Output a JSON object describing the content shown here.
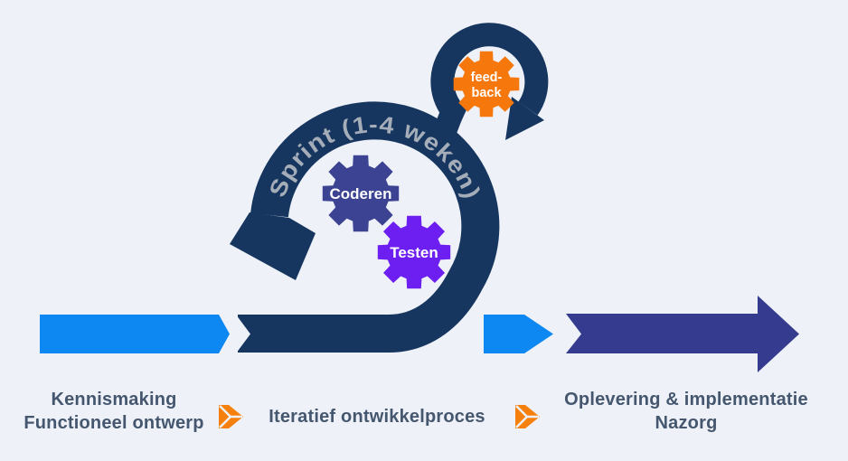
{
  "colors": {
    "background": "#eef1f8",
    "navy": "#16365f",
    "light_blue": "#0d87f1",
    "indigo": "#353c8f",
    "orange": "#f6800d",
    "coderen_gear": "#3b4392",
    "testen_gear": "#6d1ef0",
    "feedback_gear": "#f6780d",
    "arc_label": "#a5adb9",
    "step_text": "#45576f"
  },
  "sprint": {
    "label": "Sprint (1-4 weken)"
  },
  "gears": {
    "coderen": {
      "label": "Coderen"
    },
    "testen": {
      "label": "Testen"
    },
    "feedback": {
      "line1": "feed-",
      "line2": "back"
    }
  },
  "steps": [
    {
      "line1": "Kennismaking",
      "line2": "Functioneel ontwerp"
    },
    {
      "line1": "Iteratief ontwikkelproces",
      "line2": ""
    },
    {
      "line1": "Oplevering & implementatie",
      "line2": "Nazorg"
    }
  ]
}
